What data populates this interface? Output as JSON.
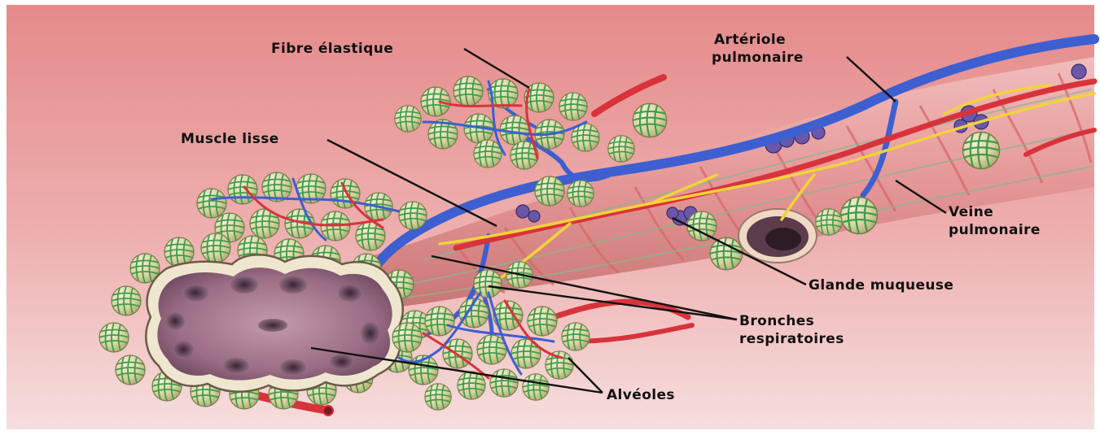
{
  "figure": {
    "colors": {
      "background_top": "#e58a8a",
      "background_bottom": "#f6dede",
      "artery_red": "#d8333b",
      "vein_blue": "#3d5fd0",
      "nerve_yellow": "#f2d33a",
      "alveolus_fill": "#d9d7a8",
      "alveolus_mesh": "#3f9a4a",
      "bronchus_pink": "#e9a2a2",
      "lumen_purple": "#8a5f78",
      "gland_purple": "#6a57a8",
      "label_text": "#111111"
    },
    "labels": {
      "fibre_elastique": "Fibre élastique",
      "arteriole_line1": "Artériole",
      "arteriole_line2": "pulmonaire",
      "muscle_lisse": "Muscle lisse",
      "veine_line1": "Veine",
      "veine_line2": "pulmonaire",
      "glande_muqueuse": "Glande muqueuse",
      "bronches_line1": "Bronches",
      "bronches_line2": "respiratoires",
      "alveoles": "Alvéoles"
    }
  }
}
